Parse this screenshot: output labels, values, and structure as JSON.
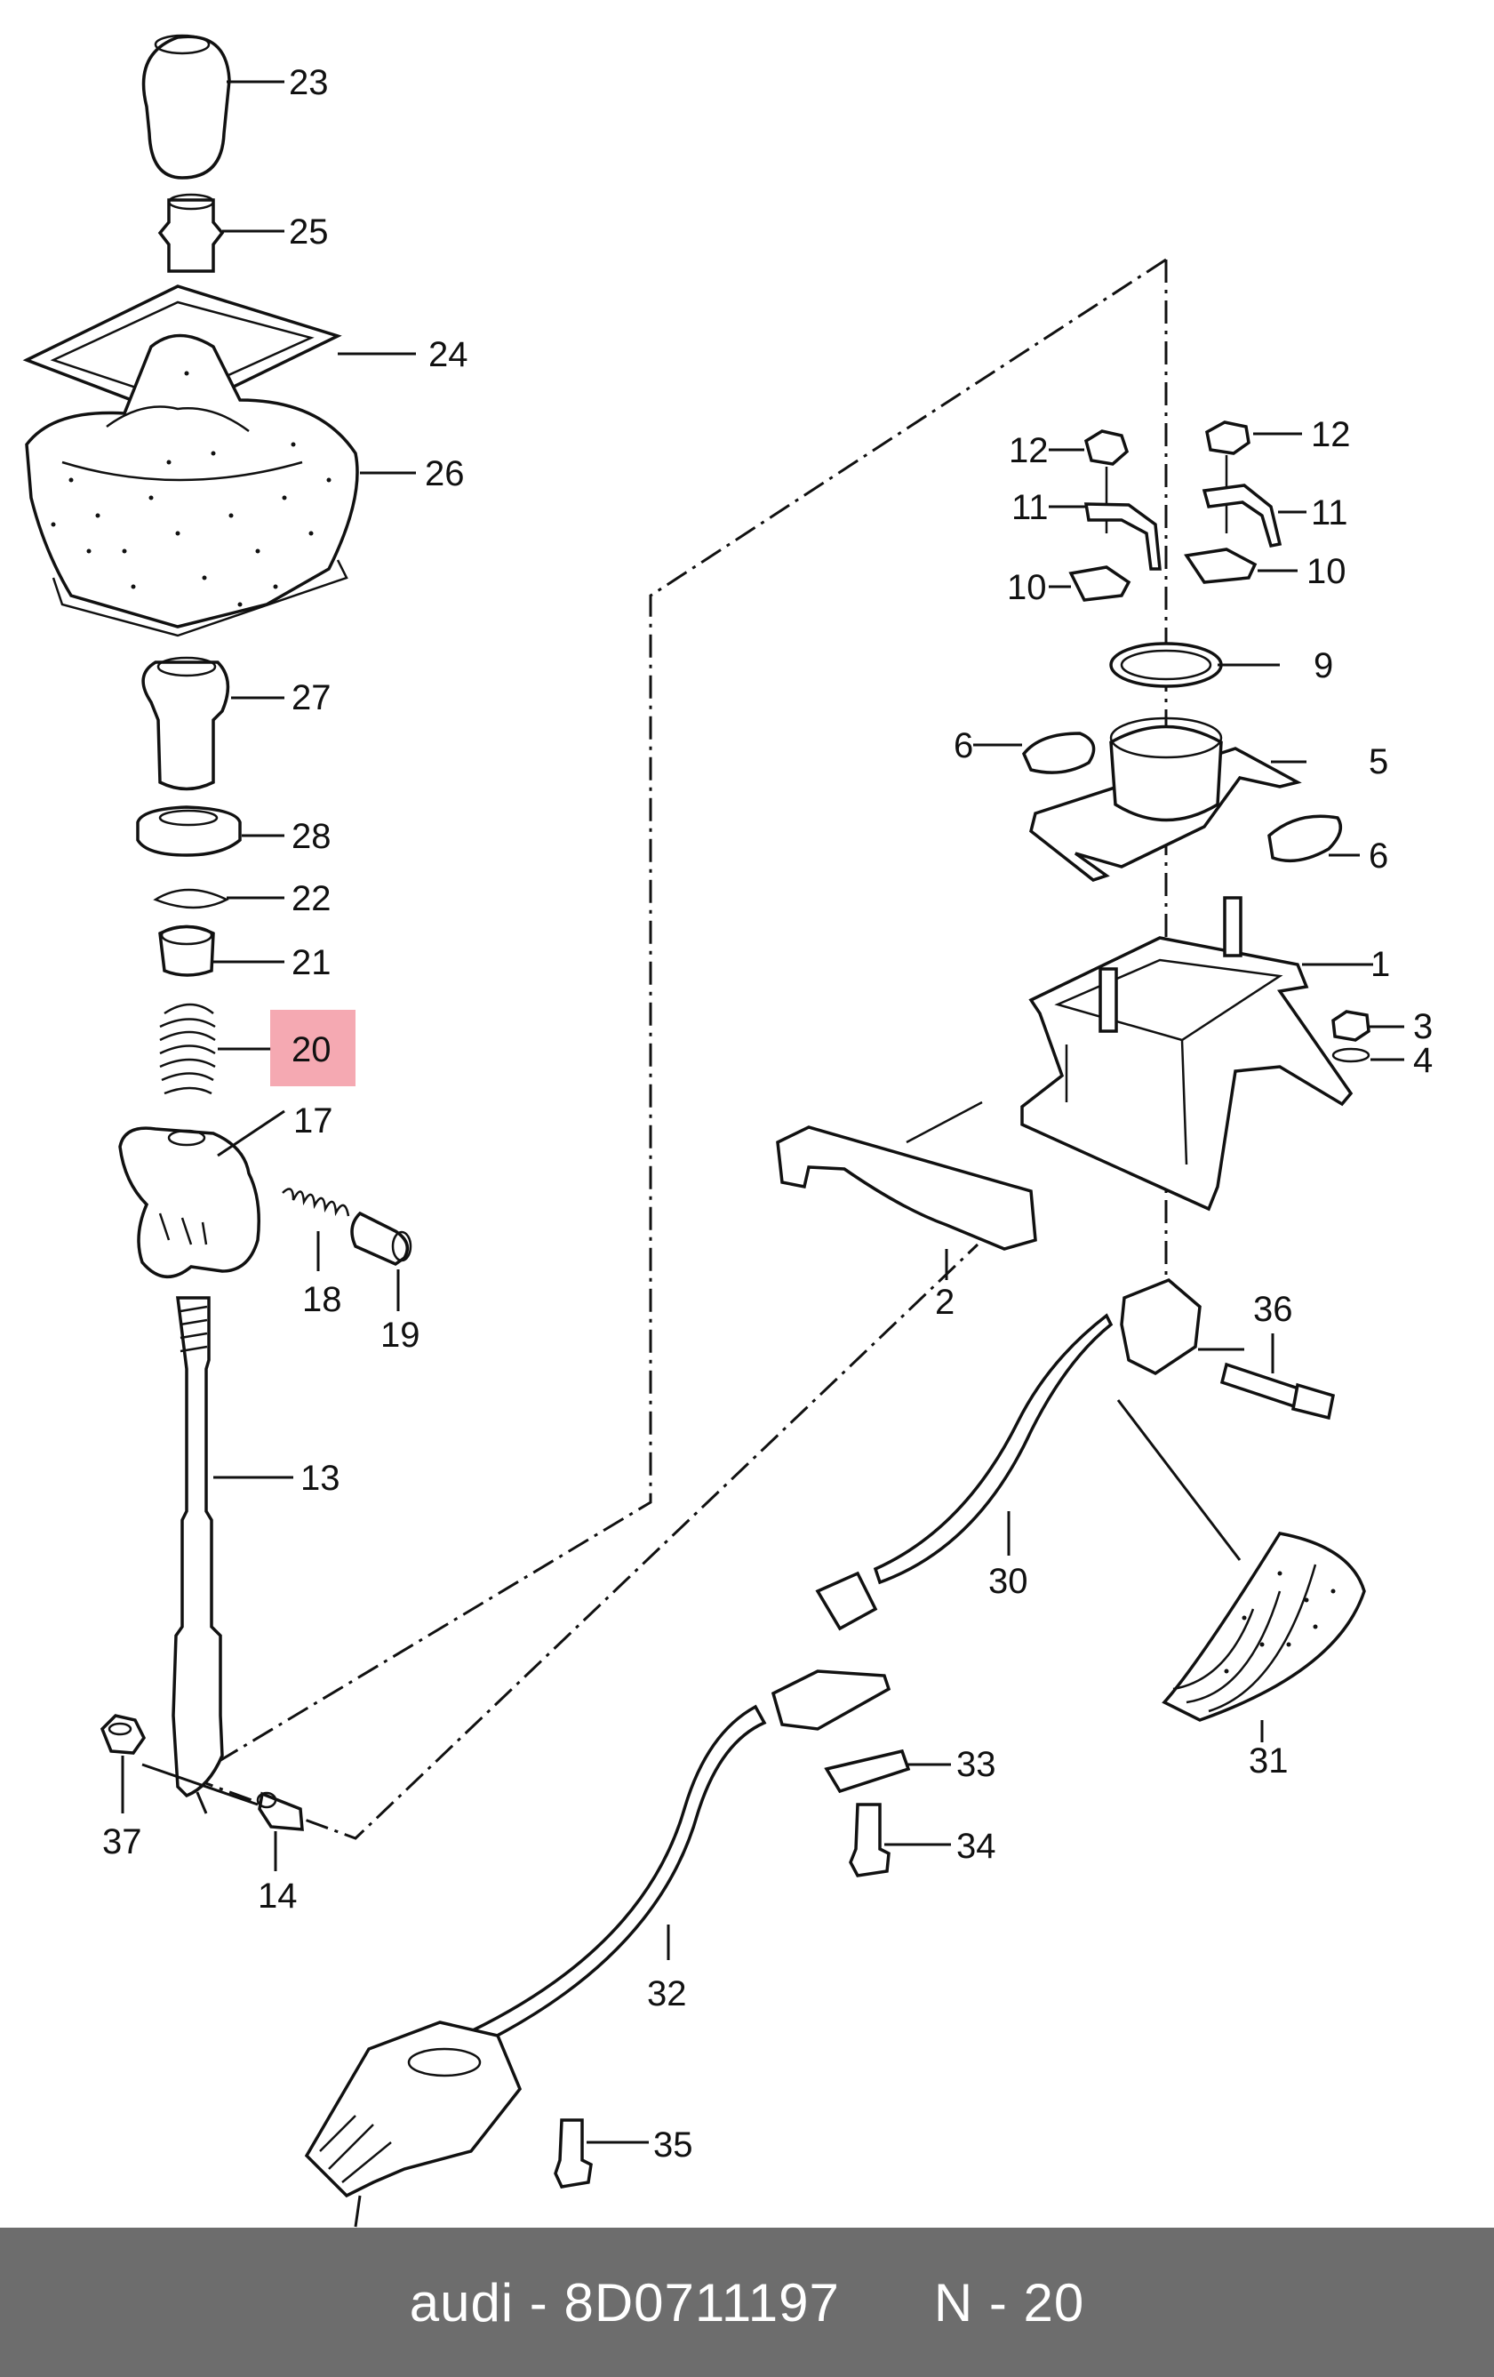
{
  "diagram": {
    "highlight_color": "#f4a0aa",
    "highlighted_part": "20",
    "callouts": [
      "1",
      "2",
      "3",
      "4",
      "5",
      "6",
      "6",
      "9",
      "10",
      "10",
      "11",
      "11",
      "12",
      "12",
      "13",
      "14",
      "17",
      "18",
      "19",
      "20",
      "21",
      "22",
      "23",
      "24",
      "25",
      "26",
      "27",
      "28",
      "30",
      "31",
      "32",
      "33",
      "34",
      "35",
      "36",
      "37"
    ]
  },
  "footer": {
    "brand": "audi",
    "part_number": "8D0711197",
    "position": "N - 20",
    "background_color": "#6d6d6d"
  }
}
